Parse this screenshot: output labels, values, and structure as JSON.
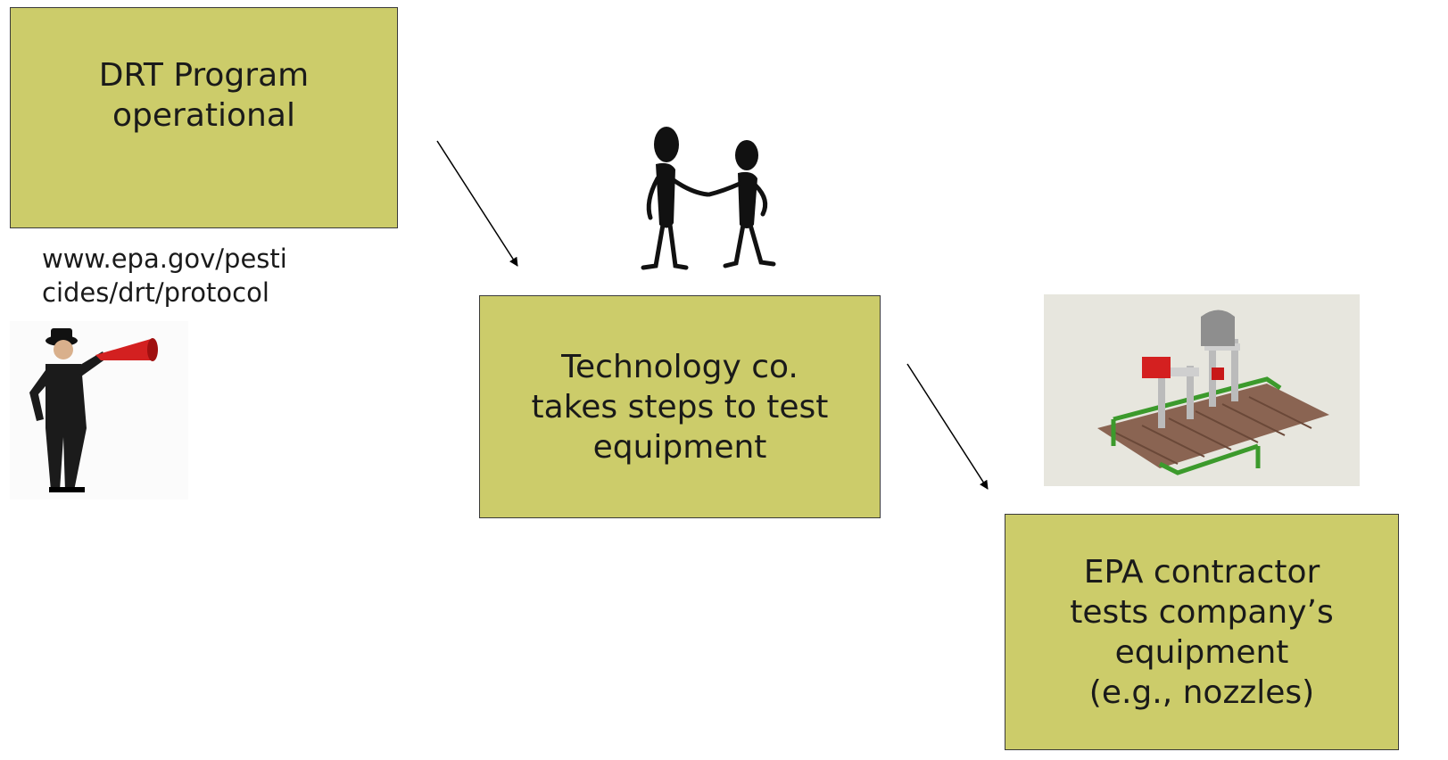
{
  "boxes": {
    "drt": "DRT Program\noperational",
    "tech": "Technology co.\ntakes steps to test\nequipment",
    "epa": "EPA contractor\ntests company’s\nequipment\n(e.g., nozzles)"
  },
  "url_text": "www.epa.gov/pesti\ncides/drt/protocol",
  "icons": {
    "megaphone": "man-with-megaphone-icon",
    "handshake": "handshake-icon",
    "machine": "spray-test-machine-icon"
  },
  "colors": {
    "box_fill": "#cccc6a",
    "megaphone": "#d32020",
    "machine_fill": "#8a6452"
  }
}
